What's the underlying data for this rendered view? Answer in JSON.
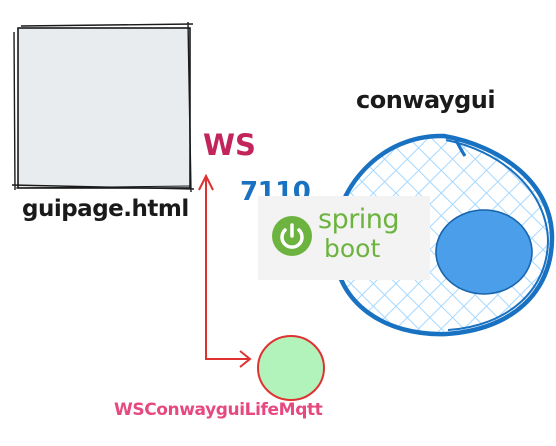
{
  "diagram": {
    "gui_page": {
      "label": "guipage.html"
    },
    "connection": {
      "protocol": "WS",
      "port": "7110"
    },
    "server": {
      "label": "conwaygui",
      "framework_logo": {
        "word1": "spring",
        "word2": "boot"
      }
    },
    "client": {
      "label": "WSConwayguiLifeMqtt"
    }
  },
  "colors": {
    "ws_pink": "#c2255c",
    "port_blue": "#1971c2",
    "server_outline_blue": "#1971c2",
    "server_hatch_blue": "#a5d8ff",
    "inner_node_blue": "#4a9eea",
    "client_fill_green": "#b2f2bb",
    "client_outline_red": "#e03131",
    "arrow_red": "#e03131",
    "client_label_pink": "#e64980",
    "spring_green": "#6db33f",
    "page_box_gray": "#e9ecef"
  }
}
